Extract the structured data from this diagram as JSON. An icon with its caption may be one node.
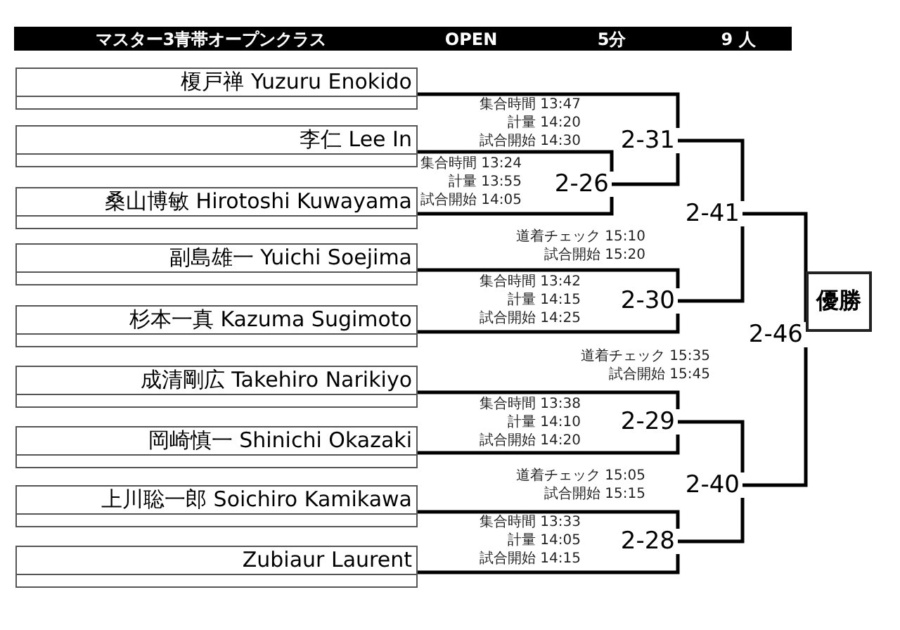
{
  "diagram": {
    "nodes": [
      {
        "text": [
          "マスター3青帯オープンクラス",
          "OPEN",
          "5分",
          "9 人"
        ]
      },
      {
        "text": [
          "榎戸禅 Yuzuru Enokido"
        ]
      },
      {
        "text": [
          "李仁 Lee In"
        ]
      },
      {
        "text": [
          "桑山博敏 Hirotoshi Kuwayama"
        ]
      },
      {
        "text": [
          "副島雄一 Yuichi Soejima"
        ]
      },
      {
        "text": [
          "杉本一真 Kazuma Sugimoto"
        ]
      },
      {
        "text": [
          "成清剛広 Takehiro Narikiyo"
        ]
      },
      {
        "text": [
          "岡崎慎一 Shinichi Okazaki"
        ]
      },
      {
        "text": [
          "上川聡一郎 Soichiro Kamikawa"
        ]
      },
      {
        "text": [
          "Zubiaur Laurent"
        ]
      },
      {
        "text": [
          "2-31"
        ],
        "beside": [
          "集合時間 13:47",
          "計量 14:20",
          "試合開始 14:30"
        ]
      },
      {
        "text": [
          "2-26"
        ],
        "beside": [
          "集合時間 13:24",
          "計量 13:55",
          "試合開始 14:05"
        ]
      },
      {
        "text": [
          "2-41"
        ],
        "beside": [
          "道着チェック 15:10",
          "試合開始 15:20"
        ]
      },
      {
        "text": [
          "2-30"
        ],
        "beside": [
          "集合時間 13:42",
          "計量 14:15",
          "試合開始 14:25"
        ]
      },
      {
        "text": [
          "2-46"
        ],
        "beside": [
          "道着チェック 15:35",
          "試合開始 15:45"
        ]
      },
      {
        "text": [
          "2-29"
        ],
        "beside": [
          "集合時間 13:38",
          "計量 14:10",
          "試合開始 14:20"
        ]
      },
      {
        "text": [
          "2-40"
        ],
        "beside": [
          "道着チェック 15:05",
          "試合開始 15:15"
        ]
      },
      {
        "text": [
          "2-28"
        ],
        "beside": [
          "集合時間 13:33",
          "計量 14:05",
          "試合開始 14:15"
        ]
      },
      {
        "text": [
          "優勝"
        ]
      }
    ],
    "edges": [
      {
        "from": 1,
        "to": 10,
        "arrow": "none"
      },
      {
        "from": 2,
        "to": 11,
        "arrow": "none"
      },
      {
        "from": 3,
        "to": 11,
        "arrow": "none"
      },
      {
        "from": 11,
        "to": 10,
        "arrow": "none"
      },
      {
        "from": 4,
        "to": 13,
        "arrow": "none"
      },
      {
        "from": 5,
        "to": 13,
        "arrow": "none"
      },
      {
        "from": 10,
        "to": 12,
        "arrow": "none"
      },
      {
        "from": 13,
        "to": 12,
        "arrow": "none"
      },
      {
        "from": 6,
        "to": 15,
        "arrow": "none"
      },
      {
        "from": 7,
        "to": 15,
        "arrow": "none"
      },
      {
        "from": 8,
        "to": 17,
        "arrow": "none"
      },
      {
        "from": 9,
        "to": 17,
        "arrow": "none"
      },
      {
        "from": 15,
        "to": 16,
        "arrow": "none"
      },
      {
        "from": 17,
        "to": 16,
        "arrow": "none"
      },
      {
        "from": 12,
        "to": 14,
        "arrow": "none"
      },
      {
        "from": 16,
        "to": 14,
        "arrow": "none"
      }
    ]
  }
}
